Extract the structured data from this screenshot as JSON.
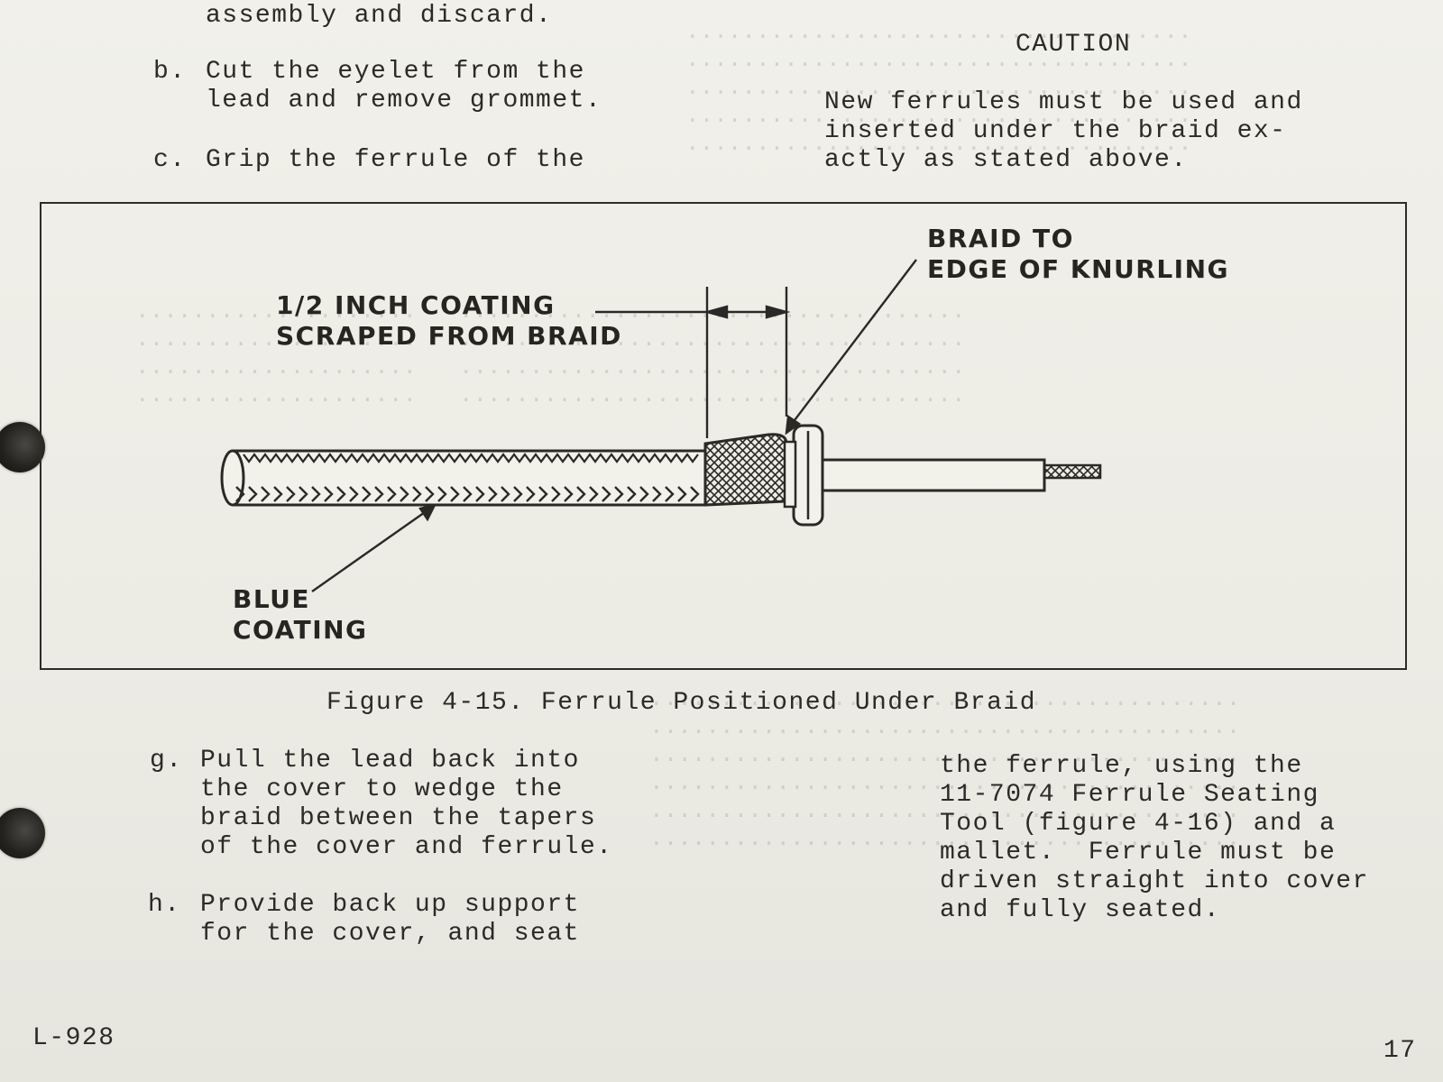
{
  "top_left": {
    "line_a_tail": "assembly and discard.",
    "item_b": {
      "label": "b.",
      "lines": [
        "Cut the eyelet from the",
        "lead and remove grommet."
      ]
    },
    "item_c": {
      "label": "c.",
      "lines": [
        "Grip the ferrule of the"
      ]
    }
  },
  "caution": {
    "heading": "CAUTION",
    "lines": [
      "New ferrules must be used and",
      "inserted under the braid ex-",
      "actly as stated above."
    ]
  },
  "figure": {
    "callouts": {
      "braid_to_edge": [
        "BRAID TO",
        "EDGE OF KNURLING"
      ],
      "coating_scraped": [
        "1/2 INCH COATING",
        "SCRAPED FROM BRAID"
      ],
      "blue_coating": [
        "BLUE",
        "COATING"
      ]
    },
    "caption": "Figure 4-15. Ferrule Positioned Under Braid"
  },
  "bottom_left": {
    "item_g": {
      "label": "g.",
      "lines": [
        "Pull the lead back into",
        "the cover to wedge the",
        "braid between the tapers",
        "of the cover and ferrule."
      ]
    },
    "item_h": {
      "label": "h.",
      "lines": [
        "Provide back up support",
        "for the cover, and seat"
      ]
    }
  },
  "bottom_right": {
    "lines": [
      "the ferrule, using the",
      "11-7074 Ferrule Seating",
      "Tool (figure 4-16) and a",
      "mallet.  Ferrule must be",
      "driven straight into cover",
      "and fully seated."
    ]
  },
  "footer": {
    "doc_id": "L-928",
    "page_number": "17"
  },
  "colors": {
    "paper": "#eeede6",
    "ink": "#2b2a28"
  }
}
